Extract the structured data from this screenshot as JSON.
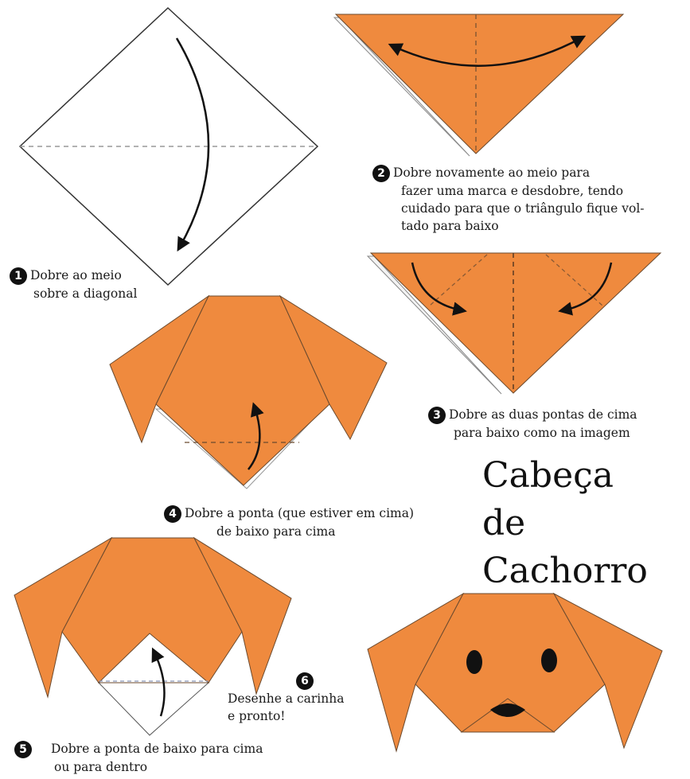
{
  "title": {
    "line1": "Cabeça",
    "line2": "de",
    "line3": "Cachorro"
  },
  "steps": [
    {
      "number": "1",
      "text_a": "Dobre ao meio",
      "text_b": "sobre a diagonal"
    },
    {
      "number": "2",
      "text_a": "Dobre novamente ao meio para",
      "text_b": "fazer uma marca e desdobre, tendo",
      "text_c": "cuidado para que o triângulo fique vol-",
      "text_d": "tado para baixo"
    },
    {
      "number": "3",
      "text_a": "Dobre as duas pontas de cima",
      "text_b": "para baixo como na imagem"
    },
    {
      "number": "4",
      "text_a": "Dobre a ponta (que estiver em cima)",
      "text_b": "de baixo para cima"
    },
    {
      "number": "5",
      "text_a": "Dobre a ponta de baixo para cima",
      "text_b": "ou para dentro"
    },
    {
      "number": "6",
      "text_a": "Desenhe a carinha",
      "text_b": "e pronto!"
    }
  ],
  "colors": {
    "paper": "#ef8a3e",
    "outline": "#3a2a1c",
    "fold_line": "#9a9a9a"
  }
}
